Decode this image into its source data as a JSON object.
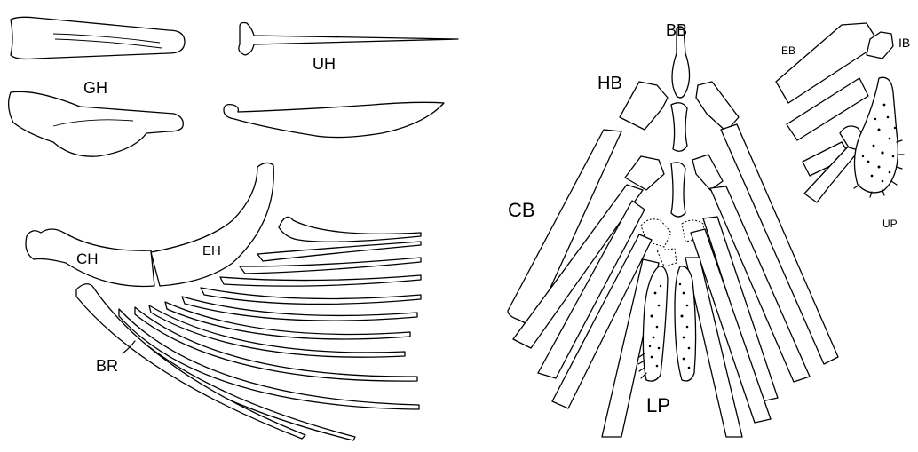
{
  "labels": {
    "gh": "GH",
    "uh": "UH",
    "ch": "CH",
    "eh": "EH",
    "br": "BR",
    "bb": "BB",
    "hb": "HB",
    "cb": "CB",
    "lp": "LP",
    "eb": "EB",
    "ib": "IB",
    "up": "UP"
  }
}
